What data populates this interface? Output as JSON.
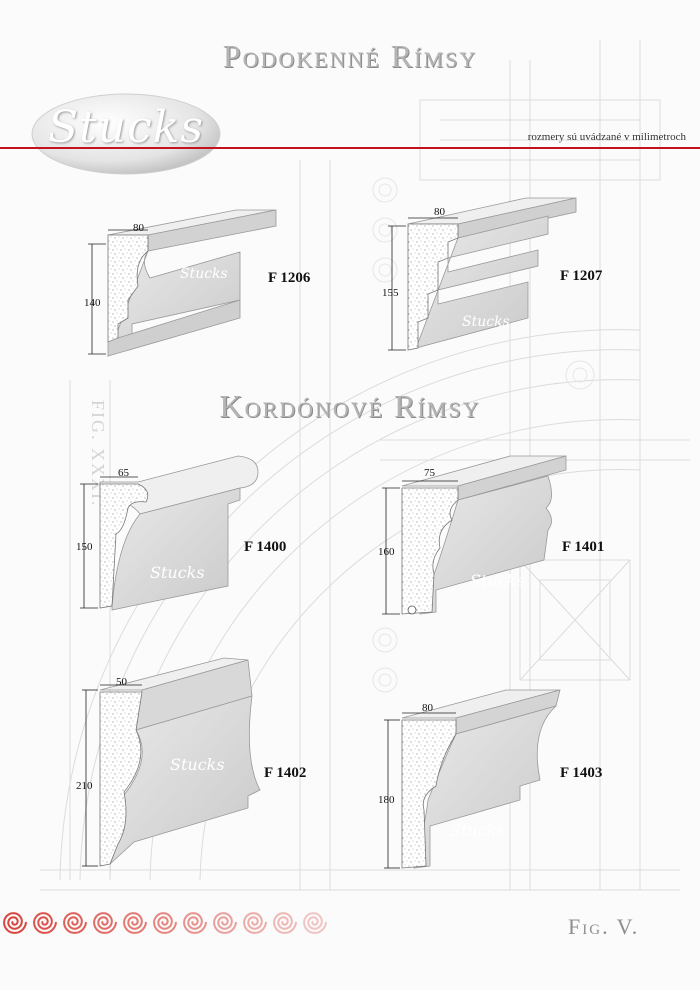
{
  "header": {
    "section_sill": "Podokenné Rímsy",
    "section_cordon": "Kordónové Rímsy",
    "units_note": "rozmery sú uvádzané v milimetroch",
    "logo_text": "Stucks"
  },
  "products": {
    "f1206": {
      "code": "F 1206",
      "width": "80",
      "height": "140"
    },
    "f1207": {
      "code": "F 1207",
      "width": "80",
      "height": "155"
    },
    "f1400": {
      "code": "F 1400",
      "width": "65",
      "height": "150"
    },
    "f1401": {
      "code": "F 1401",
      "width": "75",
      "height": "160"
    },
    "f1402": {
      "code": "F 1402",
      "width": "50",
      "height": "210"
    },
    "f1403": {
      "code": "F 1403",
      "width": "80",
      "height": "180"
    }
  },
  "background": {
    "fig_label": "Fig. V.",
    "side_label": "FIG. XXXI."
  },
  "colors": {
    "accent_red": "#c6121e",
    "spiral_red": "#d8463e",
    "title_grey": "#b4b4b4",
    "profile_face": "#dedede",
    "profile_top": "#efefef",
    "speckle_fill": "#ffffff"
  }
}
